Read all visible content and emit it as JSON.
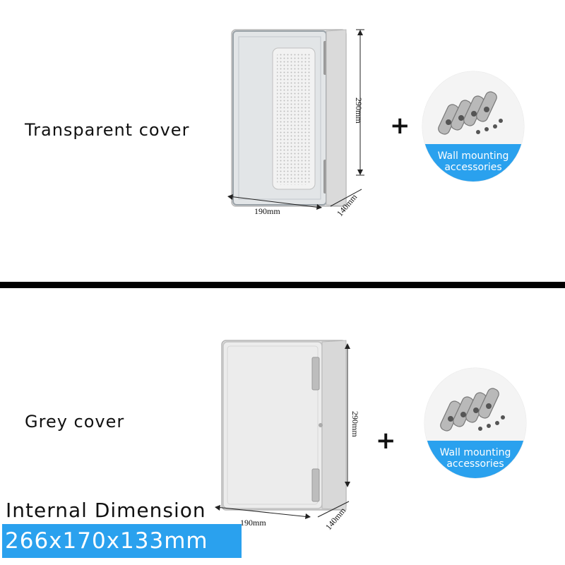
{
  "top": {
    "label": "Transparent cover",
    "height_dim": "290mm",
    "width_dim": "190mm",
    "depth_dim": "140mm",
    "plus": "+",
    "accessory_line1": "Wall mounting",
    "accessory_line2": "accessories"
  },
  "bottom": {
    "label": "Grey cover",
    "height_dim": "290mm",
    "width_dim": "190mm",
    "depth_dim": "140mm",
    "plus": "+",
    "accessory_line1": "Wall mounting",
    "accessory_line2": "accessories"
  },
  "internal": {
    "title": "Internal Dimension",
    "value": "266x170x133mm"
  }
}
